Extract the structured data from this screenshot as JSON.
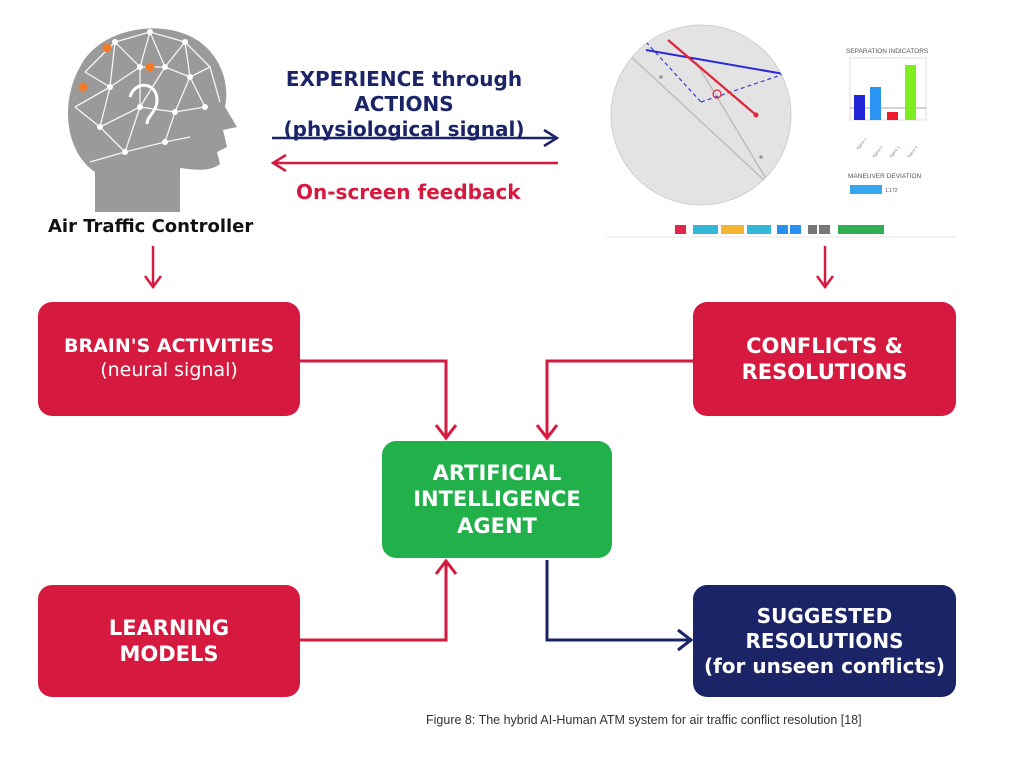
{
  "top": {
    "experience_line1": "EXPERIENCE through ACTIONS",
    "experience_line2": "(physiological signal)",
    "feedback": "On-screen feedback",
    "controller_label": "Air Traffic Controller"
  },
  "boxes": {
    "brain": {
      "line1": "BRAIN'S ACTIVITIES",
      "line2": "(neural signal)"
    },
    "conflicts": {
      "line1": "CONFLICTS &",
      "line2": "RESOLUTIONS"
    },
    "agent": {
      "line1": "ARTIFICIAL",
      "line2": "INTELLIGENCE",
      "line3": "AGENT"
    },
    "learning": {
      "line1": "LEARNING",
      "line2": "MODELS"
    },
    "suggested": {
      "line1": "SUGGESTED",
      "line2": "RESOLUTIONS",
      "line3": "(for unseen conflicts)"
    }
  },
  "screen": {
    "separation_title": "SEPARATION INDICATORS",
    "maneuver_title": "MANEUVER DEVIATION",
    "maneuver_value": "1.172"
  },
  "caption": "Figure 8: The hybrid AI-Human ATM system for air traffic conflict resolution [18]",
  "colors": {
    "red": "#d6193f",
    "green": "#22b04b",
    "navy": "#1b2466",
    "arrow_navy": "#1b2466",
    "arrow_red": "#d6193f"
  }
}
